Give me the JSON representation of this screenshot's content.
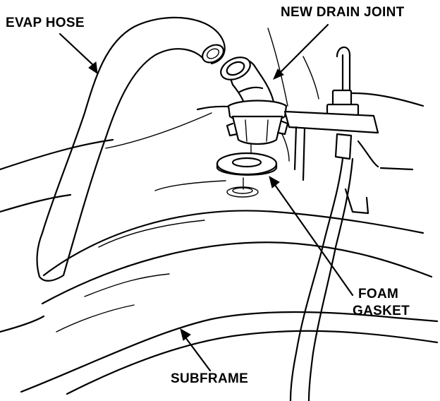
{
  "labels": {
    "evap_hose": "EVAP HOSE",
    "new_drain_joint": "NEW DRAIN JOINT",
    "foam": "FOAM",
    "gasket": "GASKET",
    "subframe": "SUBFRAME"
  },
  "colors": {
    "line": "#000000",
    "background": "#ffffff"
  }
}
